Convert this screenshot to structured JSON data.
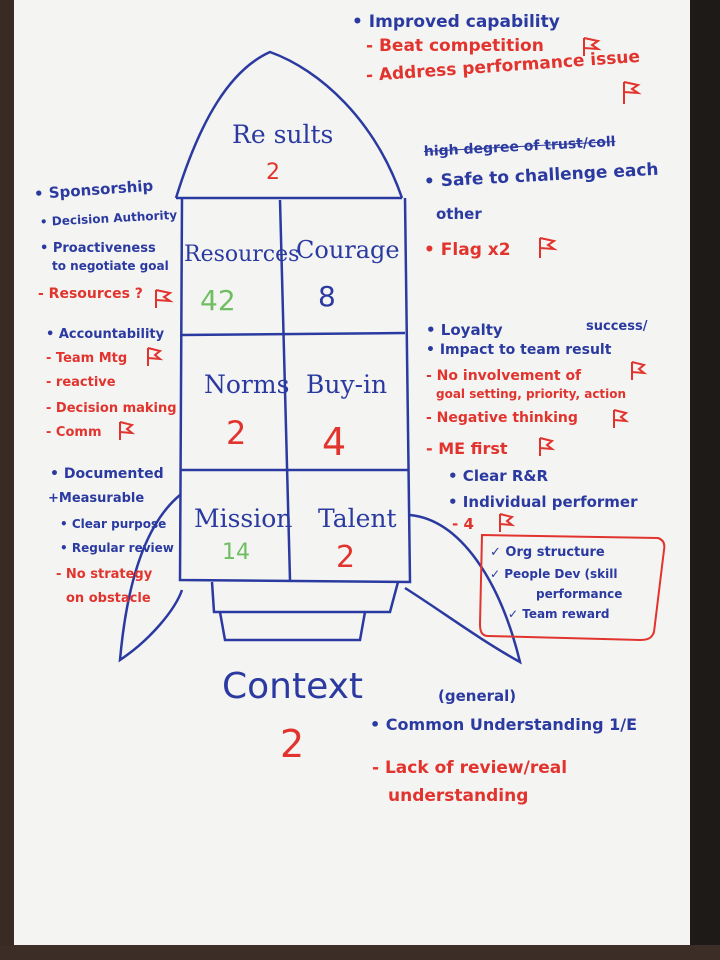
{
  "results": {
    "label": "Re sults",
    "score": "2"
  },
  "cells": {
    "resources": {
      "label": "Resources",
      "score": "42"
    },
    "courage": {
      "label": "Courage",
      "score": "8"
    },
    "norms": {
      "label": "Norms",
      "score": "2"
    },
    "buyin": {
      "label": "Buy-in",
      "score": "4"
    },
    "mission": {
      "label": "Mission",
      "score": "14"
    },
    "talent": {
      "label": "Talent",
      "score": "2"
    }
  },
  "context": {
    "label": "Context",
    "score": "2"
  },
  "notes": {
    "top_right": [
      "• Improved capability",
      "- Beat competition",
      "- Address performance issue"
    ],
    "middle_right": [
      "high degree of trust/coll",
      "• Safe to challenge each",
      "other",
      "• Flag x2"
    ],
    "left_top": [
      "• Sponsorship",
      "• Decision Authority",
      "• Proactiveness",
      "to negotiate goal",
      "- Resources ?"
    ],
    "left_mid": [
      "• Accountability",
      "- Team Mtg",
      "- reactive",
      "- Decision making",
      "- Comm"
    ],
    "left_bottom": [
      "• Documented",
      "+Measurable",
      "• Clear purpose",
      "• Regular review",
      "- No strategy",
      "on obstacle"
    ],
    "right_mid": [
      "success/",
      "• Loyalty",
      "• Impact to team result",
      "- No involvement of",
      "goal setting, priority, action",
      "- Negative thinking",
      "- ME first",
      "• Clear R&R",
      "• Individual performer",
      "- 4"
    ],
    "right_box": [
      "✓ Org structure",
      "✓ People Dev (skill",
      "performance",
      "✓ Team reward"
    ],
    "bottom": [
      "(general)",
      "• Common Understanding 1/E",
      "- Lack of review/real",
      "understanding"
    ]
  },
  "colors": {
    "blue_marker": "#2b3aa0",
    "red_marker": "#e2342e",
    "green_marker": "#6fbf62",
    "paper": "#f4f4f2"
  }
}
